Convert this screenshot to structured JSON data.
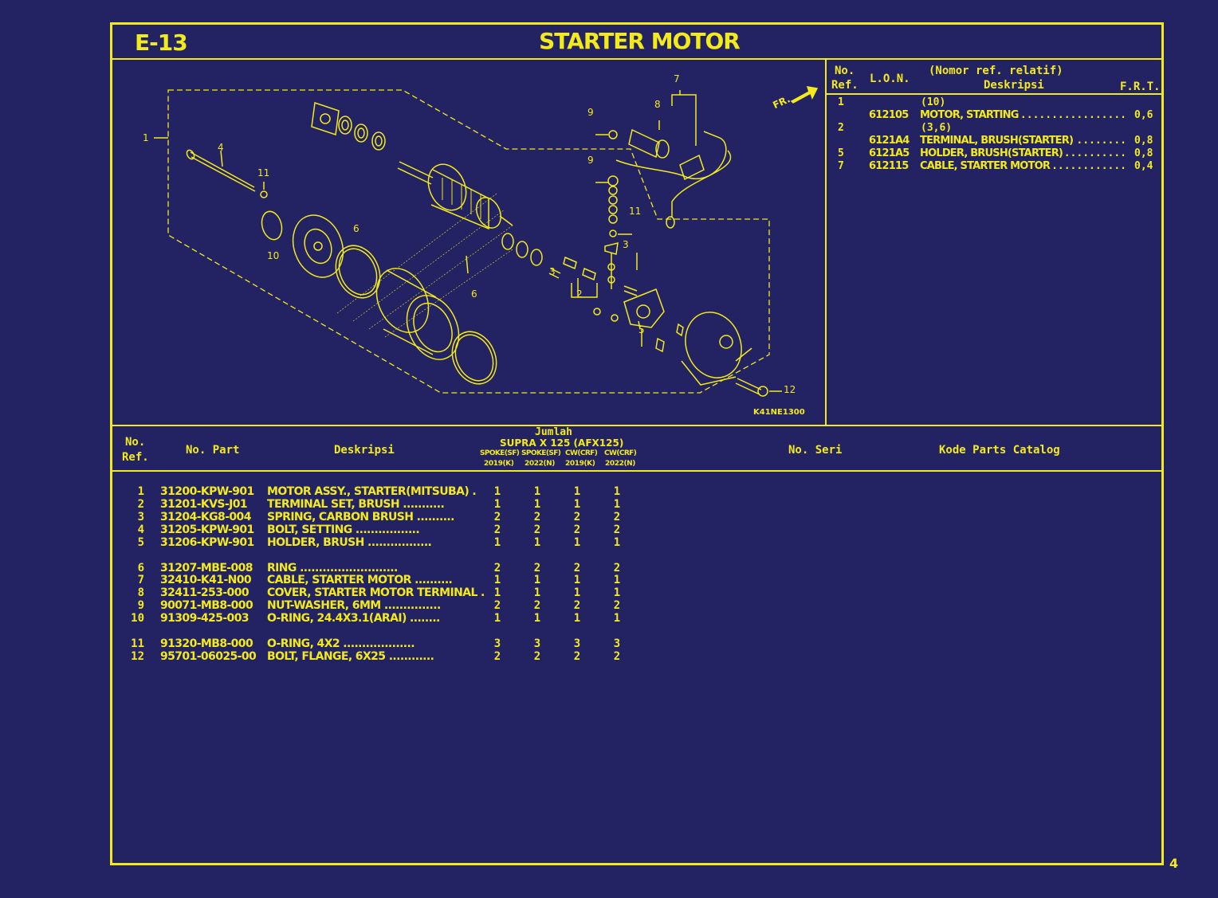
{
  "header": {
    "code": "E-13",
    "title": "STARTER MOTOR"
  },
  "diagram": {
    "code": "K41NE1300",
    "front_arrow": "FR.",
    "callouts": [
      "1",
      "4",
      "11",
      "10",
      "6",
      "6",
      "9",
      "8",
      "7",
      "9",
      "11",
      "3",
      "3",
      "2",
      "5",
      "12"
    ]
  },
  "ref_table": {
    "headers": {
      "no": "No.",
      "ref": "Ref.",
      "lon": "L.O.N.",
      "relatif": "(Nomor ref. relatif)",
      "deskripsi": "Deskripsi",
      "frt": "F.R.T."
    },
    "rows": [
      {
        "no": "1",
        "relatif": "(10)",
        "lon": "612105",
        "desc": "MOTOR, STARTING",
        "dots": "..................",
        "frt": "0,6"
      },
      {
        "no": "2",
        "relatif": "(3,6)",
        "lon": "6121A4",
        "desc": "TERMINAL, BRUSH(STARTER)",
        "dots": "........",
        "frt": "0,8"
      },
      {
        "no": "5",
        "relatif": "",
        "lon": "6121A5",
        "desc": "HOLDER, BRUSH(STARTER)",
        "dots": "..........",
        "frt": "0,8"
      },
      {
        "no": "7",
        "relatif": "",
        "lon": "612115",
        "desc": "CABLE, STARTER MOTOR",
        "dots": "............",
        "frt": "0,4"
      }
    ]
  },
  "parts_table": {
    "headers": {
      "no": "No.",
      "ref": "Ref.",
      "part": "No. Part",
      "desc": "Deskripsi",
      "jumlah": "Jumlah",
      "model": "SUPRA X 125 (AFX125)",
      "variants": [
        "SPOKE(SF)",
        "SPOKE(SF)",
        "CW(CRF)",
        "CW(CRF)"
      ],
      "years": [
        "2019(K)",
        "2022(N)",
        "2019(K)",
        "2022(N)"
      ],
      "seri": "No. Seri",
      "catalog": "Kode Parts Catalog"
    },
    "rows": [
      {
        "ref": "1",
        "part": "31200-KPW-901",
        "desc": "MOTOR ASSY., STARTER(MITSUBA) .",
        "q": [
          "1",
          "1",
          "1",
          "1"
        ]
      },
      {
        "ref": "2",
        "part": "31201-KVS-J01",
        "desc": "TERMINAL SET, BRUSH ...........",
        "q": [
          "1",
          "1",
          "1",
          "1"
        ]
      },
      {
        "ref": "3",
        "part": "31204-KG8-004",
        "desc": "SPRING, CARBON BRUSH ..........",
        "q": [
          "2",
          "2",
          "2",
          "2"
        ]
      },
      {
        "ref": "4",
        "part": "31205-KPW-901",
        "desc": "BOLT, SETTING .................",
        "q": [
          "2",
          "2",
          "2",
          "2"
        ]
      },
      {
        "ref": "5",
        "part": "31206-KPW-901",
        "desc": "HOLDER, BRUSH .................",
        "q": [
          "1",
          "1",
          "1",
          "1"
        ]
      },
      {
        "ref": "6",
        "part": "31207-MBE-008",
        "desc": "RING ..........................",
        "q": [
          "2",
          "2",
          "2",
          "2"
        ]
      },
      {
        "ref": "7",
        "part": "32410-K41-N00",
        "desc": "CABLE, STARTER MOTOR ..........",
        "q": [
          "1",
          "1",
          "1",
          "1"
        ]
      },
      {
        "ref": "8",
        "part": "32411-253-000",
        "desc": "COVER, STARTER MOTOR TERMINAL .",
        "q": [
          "1",
          "1",
          "1",
          "1"
        ]
      },
      {
        "ref": "9",
        "part": "90071-MB8-000",
        "desc": "NUT-WASHER, 6MM ...............",
        "q": [
          "2",
          "2",
          "2",
          "2"
        ]
      },
      {
        "ref": "10",
        "part": "91309-425-003",
        "desc": "O-RING, 24.4X3.1(ARAI) ........",
        "q": [
          "1",
          "1",
          "1",
          "1"
        ]
      },
      {
        "ref": "11",
        "part": "91320-MB8-000",
        "desc": "O-RING, 4X2 ...................",
        "q": [
          "3",
          "3",
          "3",
          "3"
        ]
      },
      {
        "ref": "12",
        "part": "95701-06025-00",
        "desc": "BOLT, FLANGE, 6X25 ............",
        "q": [
          "2",
          "2",
          "2",
          "2"
        ]
      }
    ]
  },
  "page_number": "4"
}
